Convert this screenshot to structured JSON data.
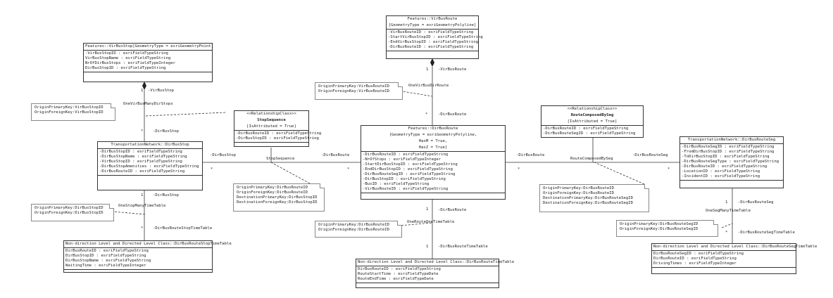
{
  "classes": {
    "virbusstop": {
      "header": "Features::VirBusStop[GeometryType = esriGeometryPoint]",
      "attrs": [
        "-VirBusStopID : esriFieldTypeString",
        "VirBusStopName : esriFieldTypeString",
        "NrOfDirBusStops : esriFieldTypeInteger",
        "DirBusStopID : esriFieldTypeString"
      ]
    },
    "virbusroute": {
      "header": "Features::VirBusRoute",
      "header2": "[GeometryType = esriGeometryPolyline]",
      "attrs": [
        "-VirBusRouteID : esriFieldTypeString",
        "-StartVirBusStopID : esriFieldTypeString",
        "-EndVirBusStopID : esriFieldTypeString",
        "-DirBusRouteID : esriFieldTypeString"
      ]
    },
    "stopsequence": {
      "stereo": "<<RelationshipClass>>",
      "name": "StopSequence",
      "tag": "[IsAttributed = True]",
      "attrs": [
        "-DirBusRouteID : esriFieldTypeString",
        "-DirBusStopID : esriFieldTypeString"
      ]
    },
    "routecomposed": {
      "stereo": "<<RelationshipClass>>",
      "name": "RouteComposedBySeg",
      "tag": "[IsAttributed = True]",
      "attrs": [
        "-DirBusRouteID : esriFieldTypeString",
        "-DirBusRouteSegID : esriFieldTypeString"
      ]
    },
    "dirbusstop": {
      "header": "TransportationNetwork::DirBusStop",
      "attrs": [
        "-DirBusStopID : esriFieldTypeString",
        "-DirBusStopName : esriFieldTypeString",
        "-VirBusStopID : esriFieldTypeString",
        "-DirBusStopAmenities : esriFieldTypeString",
        "-DirBusRouteID : esriFieldTypeString"
      ]
    },
    "dirbusroute": {
      "header": "Features::DirBusRoute",
      "header2": "[GeometryType = esriGeometryPolyline,",
      "header3": "HasM = True,",
      "header4": "HasZ = True]",
      "attrs": [
        "-DirBusRouteID : esriFieldTypeString",
        "-NrOfStops : esriFieldTypeInteger",
        "-StartDirBusStopID : esriFieldTypeString",
        "-EndDirBusStopID : esriFieldTypeString",
        "-DirBusRouteSegID : esriFieldTypeString",
        "-DirBusStopID : esriFieldTypeString",
        "-BusID : esriFieldTypeString",
        "-VirBusRouteID : esriFieldTypeString"
      ]
    },
    "dirbusrouteseg": {
      "header": "TransportationNetwork::DirBusRouteSeg",
      "attrs": [
        "-DirBusRouteSegID : esriFieldTypeString",
        "-FromDirBusStopID : esriFieldTypeString",
        "-ToDirBusStopID : esriFieldTypeString",
        "-DirBusRouteSegType : esriFieldTypeString",
        "-DirBusRouteID : esriFieldTypeString",
        "-LocationID : esriFieldTypeString",
        "-IncidentID : esriFieldTypeString"
      ]
    },
    "stoptimetable": {
      "header": "Non-direction Level and Directed Level Class::DirBusRouteStopTimeTable",
      "attrs": [
        "DirBusRouteID : esriFieldTypeString",
        "DirBusStopID : esriFieldTypeString",
        "DirBusStopName : esriFieldTypeString",
        "WaitingTime : esriFieldTypeInteger"
      ]
    },
    "routetimetable": {
      "header": "Non-direction Level and Directed Level Class::DirBusRouteTimeTable",
      "attrs": [
        "DirBusRouteID : esriFieldTypeString",
        "RouteStartTime : esriFieldTypeDate",
        "RouteEndTime : esriFieldTypeDate"
      ]
    },
    "segtimetable": {
      "header": "Non-direction Level and Directed Level Class::DirBusRouteSegTimeTable",
      "attrs": [
        "DirBusRouteSegID : esriFieldTypeString",
        "DirBusRouteID : esriFieldTypeString",
        "DrivingTimes : esriFieldTypeInteger"
      ]
    }
  },
  "notes": {
    "n1": [
      "OriginPrimaryKey:VirBusStopID",
      "OriginForeignKey:VirBusStopID"
    ],
    "n2": [
      "OriginPrimaryKey:VirBusRouteID",
      "OriginForeignKey:VirBusRouteID"
    ],
    "n3": [
      "OriginPrimaryKey:DirBusStopID",
      "OriginForeignKey:DirBusStopID"
    ],
    "n4": [
      "OriginPrimaryKey:DirBusRouteID",
      "OriginForeignKey:DirBusRouteID",
      "DestinationPrimaryKey:DirBusStopID",
      "DestinationForeignKey:DirBusStopID"
    ],
    "n5": [
      "OriginPrimaryKey:DirBusRouteID",
      "OriginForeignKey:DirBusRouteID",
      "DestinationPrimaryKey:DirBusRouteSegID",
      "DestinationForeignKey:DirBusRouteSegID"
    ],
    "n6": [
      "OriginPrimaryKey:DirBusRouteID",
      "OriginForeignKey:DirBusRouteID"
    ],
    "n7": [
      "OriginPrimaryKey:DirBusRouteSegID",
      "OriginForeignKey:DirBusRouteSegID"
    ]
  },
  "labels": {
    "virbusstop_role": "-VirBusStop",
    "one_virbus_stop": "1",
    "onevirmany": "OneVirBusManyDirStops",
    "many_dirbusstop1": "*",
    "dirbusstop_role1": "-DirBusStop",
    "virbusroute_role": "-VirBusRoute",
    "one_virbusroute": "1",
    "onevirroute": "OneVirBusDirRoute",
    "many_dirbusroute1": "*",
    "dirbusroute_role1": "-DirBusRoute",
    "dirbusstop_role2": "-DirBusStop",
    "many_ss1": "*",
    "stopsequence_lbl": "StopSequence",
    "dirbusroute_role2": "-DirBusRoute",
    "many_ss2": "*",
    "dirbusroute_role3": "-DirBusRoute",
    "many_rc1": "*",
    "routecomposed_lbl": "RouteComposedBySeg",
    "dirbusrouteseg_role1": "-DirBusRouteSeg",
    "many_rc2": "*",
    "one_stop_tt": "1",
    "dirbusstop_role3": "-DirBusStop",
    "onestopmany": "OneStopManyTimeTable",
    "many_stop_tt": "*",
    "stoptt_role": "-DirBusRouteStopTimeTable",
    "dirbusroute_role4": "-DirBusRoute",
    "one_route_tt": "1",
    "oneroute": "OneRouteOneTimeTable",
    "one_route_tt2": "1",
    "routett_role": "-DirBusRouteTimeTable",
    "one_seg": "1",
    "dirbusrouteseg_role2": "-DirBusRouteSeg",
    "oneseg": "OneSegManyTimeTable",
    "many_seg_tt": "*",
    "segtt_role": "-DirBusRouteSegTimeTable"
  }
}
